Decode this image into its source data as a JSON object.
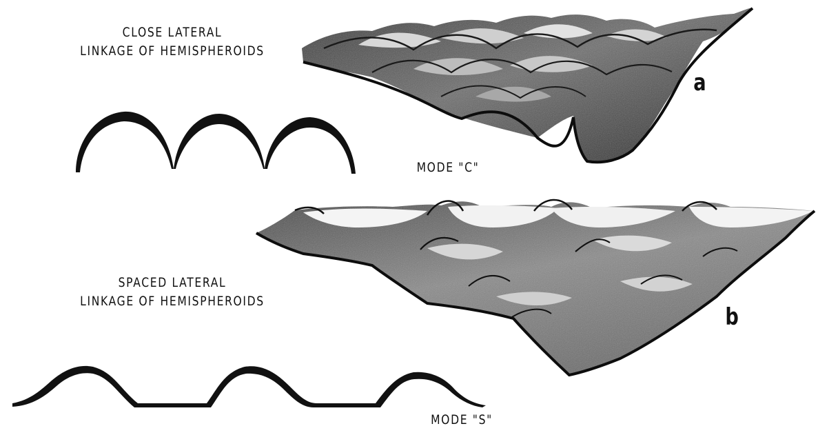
{
  "labels": {
    "close_line1": "CLOSE LATERAL",
    "close_line2": "LINKAGE OF HEMISPHEROIDS",
    "spaced_line1": "SPACED LATERAL",
    "spaced_line2": "LINKAGE OF HEMISPHEROIDS",
    "mode_c": "MODE \"C\"",
    "mode_s": "MODE \"S\""
  },
  "letters": {
    "a": "a",
    "b": "b"
  }
}
